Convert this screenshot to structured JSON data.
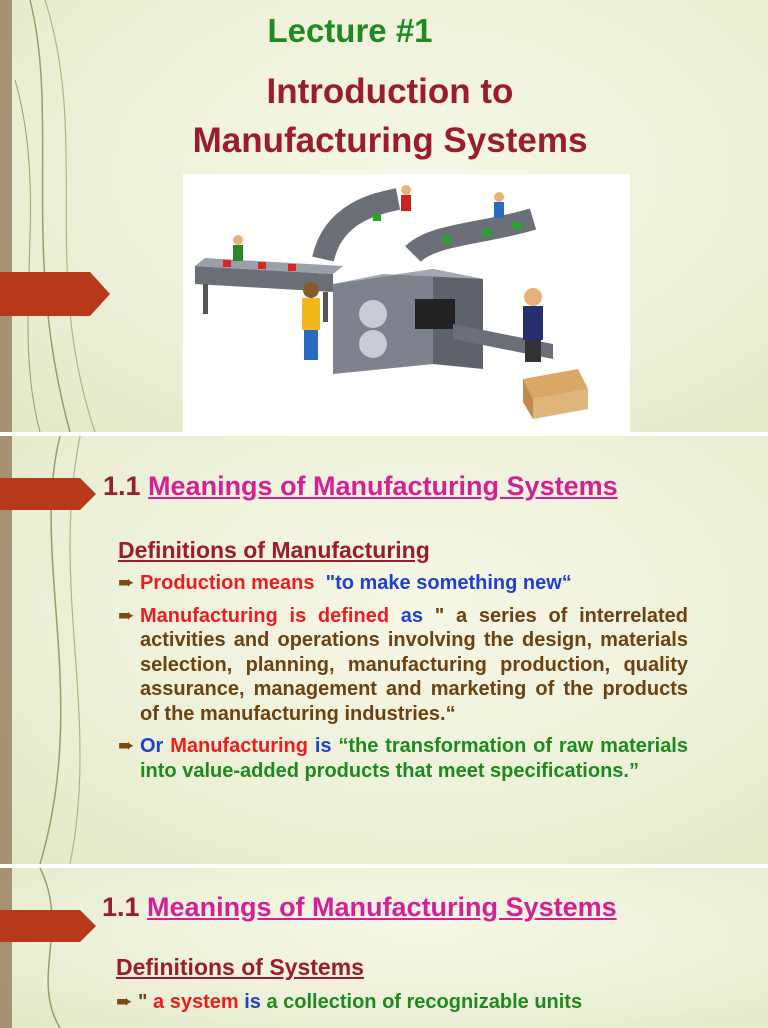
{
  "slide1": {
    "lecture": "Lecture #1",
    "title_line1": "Introduction to",
    "title_line2": "Manufacturing Systems",
    "illustration": "conveyor-factory-illustration"
  },
  "slide2": {
    "heading_number": "1.1 ",
    "heading_link": "Meanings of Manufacturing Systems",
    "subheading": "Definitions of Manufacturing",
    "bullet1": {
      "a": "Production means",
      "b": "\"to make something new“"
    },
    "bullet2": {
      "a": "Manufacturing is defined",
      "b": "as",
      "c": "\" a series of interrelated activities and operations involving the design, materials selection, planning, manufacturing production, quality assurance, management and marketing of the products of the manufacturing industries.“"
    },
    "bullet3": {
      "a": "Or",
      "b": "Manufacturing",
      "c": "is",
      "d": "“the transformation of raw materials into value-added products that meet specifications.”"
    }
  },
  "slide3": {
    "heading_number": "1.1 ",
    "heading_link": "Meanings of Manufacturing Systems",
    "subheading": "Definitions of Systems",
    "bullet1": {
      "a": "\"",
      "b": "a system",
      "c": "is",
      "d": "a collection of recognizable units"
    }
  },
  "colors": {
    "title": "#9b1c2a",
    "lecture": "#1f8a1f",
    "link": "#d61f97",
    "arrow_tab": "#b8381a",
    "body_text": "#7a4a12"
  }
}
